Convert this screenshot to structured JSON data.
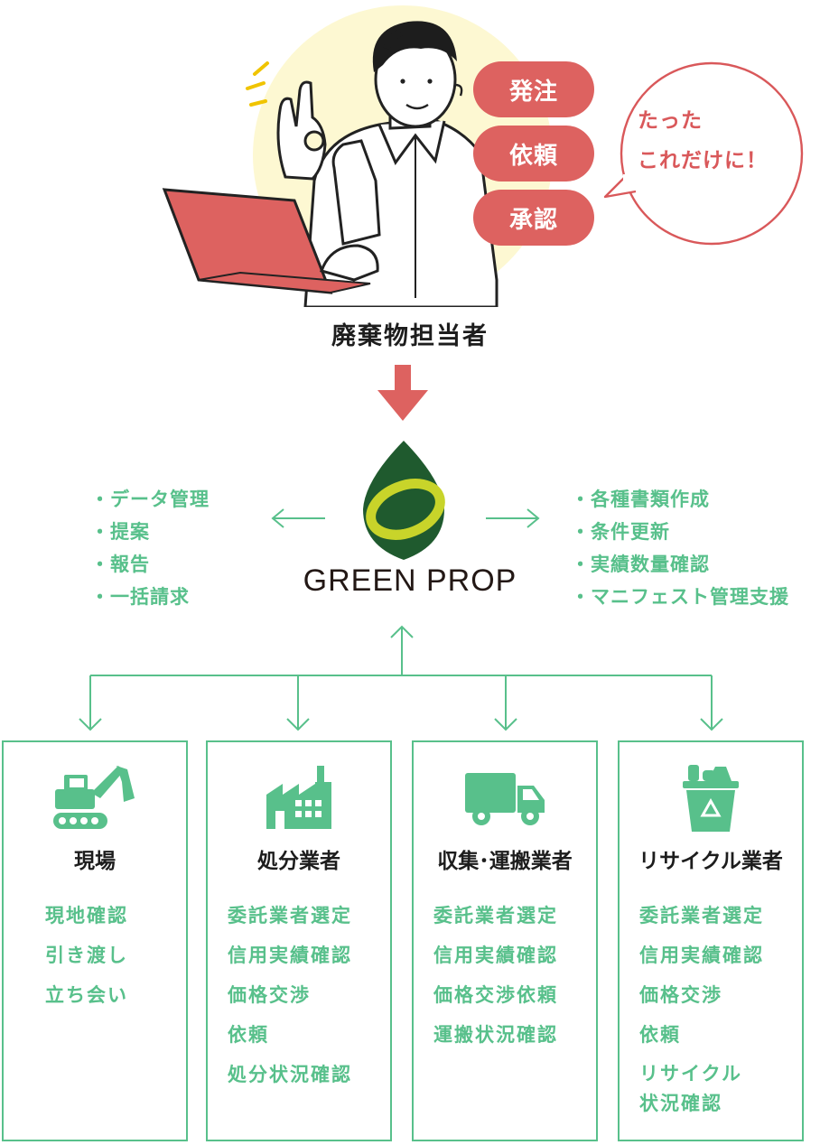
{
  "hero": {
    "actions": [
      "発注",
      "依頼",
      "承認"
    ],
    "speech_bubble": [
      "たった",
      "これだけに！"
    ],
    "role_label": "廃棄物担当者"
  },
  "brand": {
    "name": "GREEN PROP"
  },
  "features": {
    "left": [
      "データ管理",
      "提案",
      "報告",
      "一括請求"
    ],
    "right": [
      "各種書類作成",
      "条件更新",
      "実績数量確認",
      "マニフェスト管理支援"
    ]
  },
  "stakeholders": [
    {
      "title": "現場",
      "icon": "excavator-icon",
      "tasks": [
        "現地確認",
        "引き渡し",
        "立ち会い"
      ]
    },
    {
      "title": "処分業者",
      "icon": "factory-icon",
      "tasks": [
        "委託業者選定",
        "信用実績確認",
        "価格交渉",
        "依頼",
        "処分状況確認"
      ]
    },
    {
      "title": "収集･運搬業者",
      "icon": "truck-icon",
      "tasks": [
        "委託業者選定",
        "信用実績確認",
        "価格交渉依頼",
        "運搬状況確認"
      ]
    },
    {
      "title": "リサイクル業者",
      "icon": "recycle-basket-icon",
      "tasks": [
        "委託業者選定",
        "信用実績確認",
        "価格交渉",
        "依頼",
        "リサイクル\n状況確認"
      ]
    }
  ],
  "colors": {
    "accent_red": "#dd6260",
    "accent_green": "#58c08b",
    "logo_dark_green": "#1f5a2e",
    "logo_lime": "#c8d42a",
    "hero_background": "#fdf8d2"
  }
}
